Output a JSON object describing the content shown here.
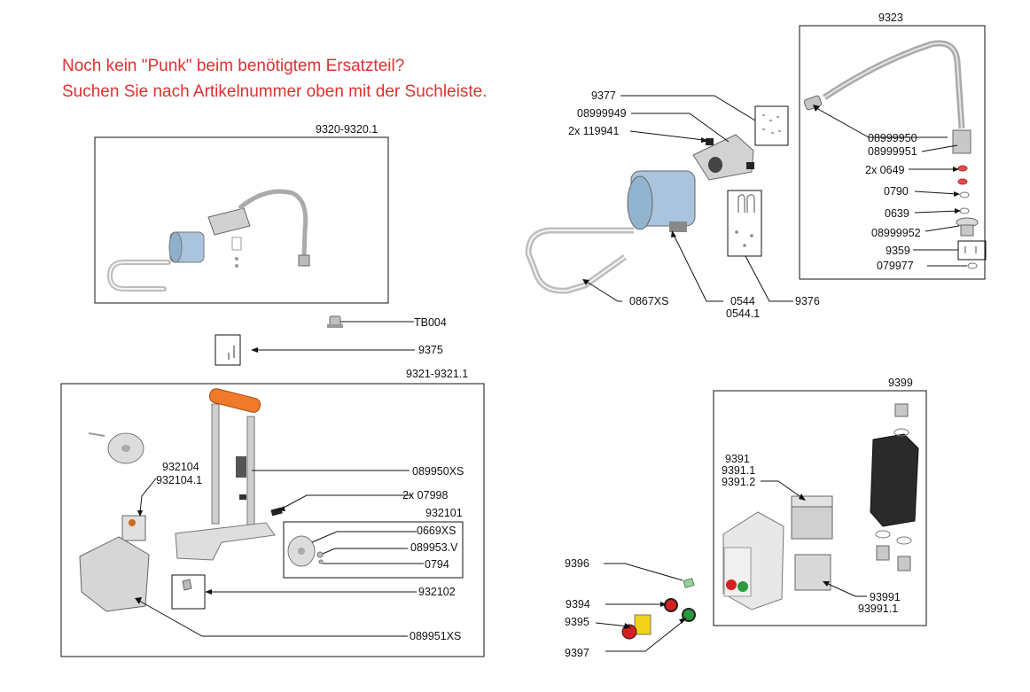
{
  "hint": {
    "line1": "Noch kein \"Punk\" beim benötigtem Ersatzteil?",
    "line2": "Suchen Sie nach Artikelnummer oben mit der Suchleiste."
  },
  "groups": {
    "g9320": "9320-9320.1",
    "g9321": "9321-9321.1",
    "g9323": "9323",
    "g9399": "9399",
    "g932101": "932101"
  },
  "labels": {
    "tb004": "TB004",
    "p9375": "9375",
    "p089950xs": "089950XS",
    "p932104": "932104",
    "p932104_1": "932104.1",
    "p07998": "2x 07998",
    "p0669xs": "0669XS",
    "p089953v": "089953.V",
    "p0794": "0794",
    "p932102": "932102",
    "p089951xs": "089951XS",
    "p9377": "9377",
    "p08999949": "08999949",
    "p119941": "2x 119941",
    "p0867xs": "0867XS",
    "p0544": "0544",
    "p0544_1": "0544.1",
    "p9376": "9376",
    "p08999950": "08999950",
    "p08999951": "08999951",
    "p0649": "2x 0649",
    "p0790": "0790",
    "p0639": "0639",
    "p08999952": "08999952",
    "p9359": "9359",
    "p079977": "079977",
    "p9391": "9391",
    "p9391_1": "9391.1",
    "p9391_2": "9391.2",
    "p93991": "93991",
    "p93991_1": "93991.1",
    "p9396": "9396",
    "p9394": "9394",
    "p9395": "9395",
    "p9397": "9397"
  },
  "colors": {
    "hint": "#e03030",
    "orange_handle": "#f07a2a",
    "gray_part": "#c8c8c8",
    "motor_blue": "#a9c4dc",
    "red_button": "#d42020",
    "green_button": "#2a9a3a",
    "yellow_switch": "#f2d21a"
  }
}
